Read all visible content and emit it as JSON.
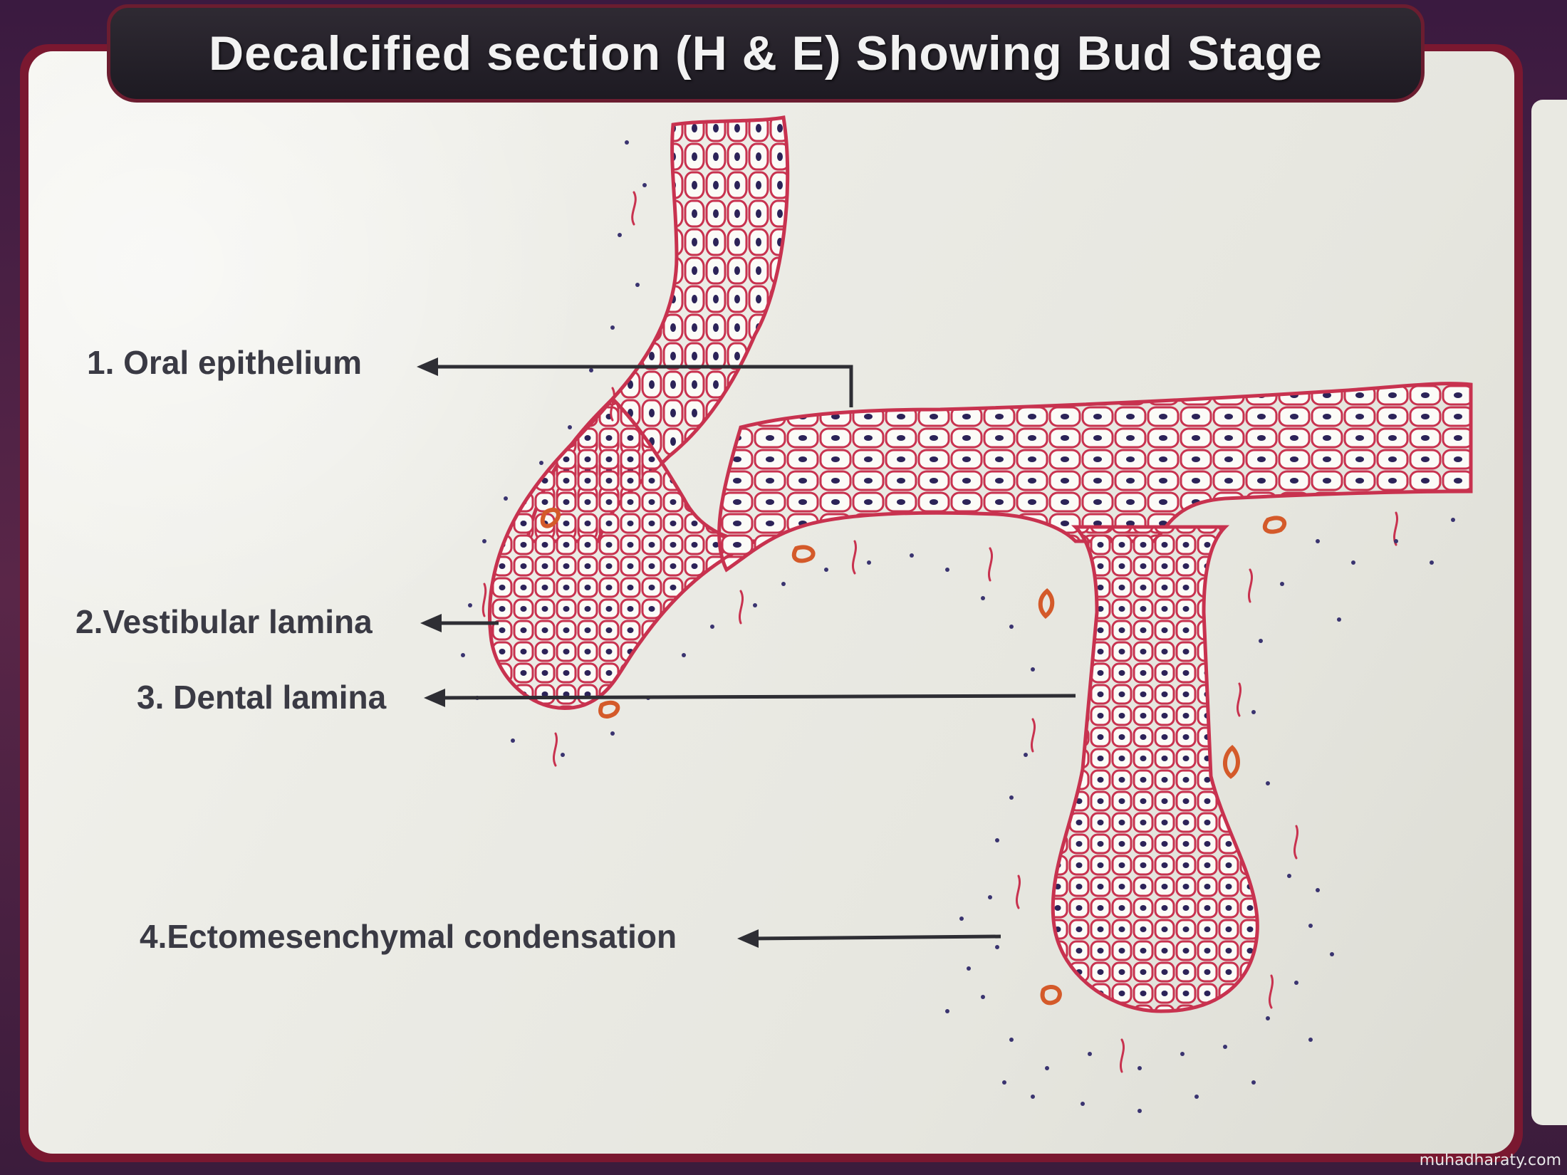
{
  "title": "Decalcified section (H & E) Showing Bud Stage",
  "labels": [
    {
      "id": "oral-epithelium",
      "text": "1. Oral epithelium"
    },
    {
      "id": "vestibular-lamina",
      "text": "2.Vestibular lamina"
    },
    {
      "id": "dental-lamina",
      "text": "3. Dental lamina"
    },
    {
      "id": "ectomesenchymal-condensation",
      "text": "4.Ectomesenchymal condensation"
    }
  ],
  "watermark": "muhadharaty.com",
  "colors": {
    "epithelium_outline": "#c8324f",
    "nucleus": "#2c2358",
    "vessel": "#d45a2a",
    "title_bar": "#221e28",
    "frame": "#7a1830",
    "label_text": "#3a3a44",
    "arrow": "#2e2e34"
  }
}
